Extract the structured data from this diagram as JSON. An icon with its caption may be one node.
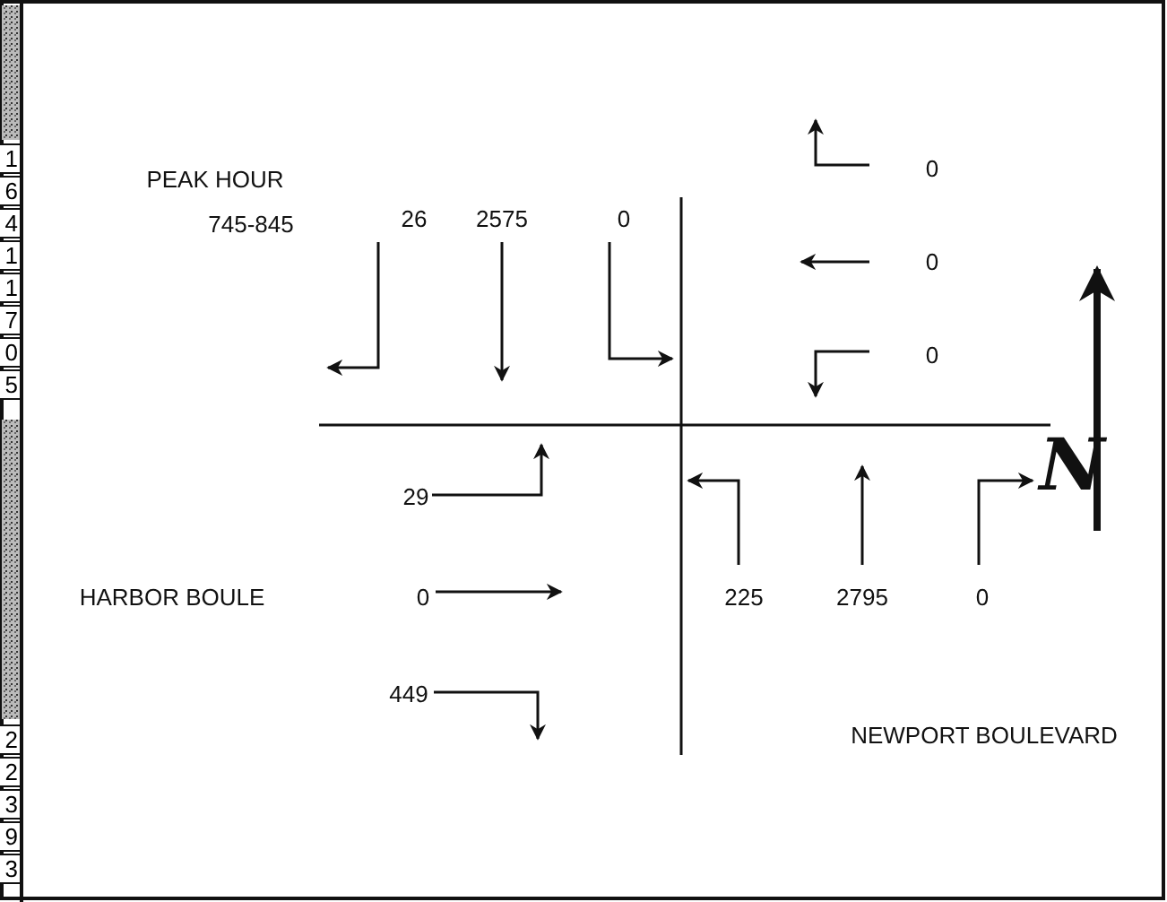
{
  "diagram": {
    "labels": [
      "PEAK HOUR",
      "745-845",
      "26",
      "2575",
      "0",
      "0",
      "0",
      "0",
      "N",
      "29",
      "HARBOR BOULE",
      "0",
      "449",
      "225",
      "2795",
      "0",
      "NEWPORT BOULEVARD",
      "1",
      "6",
      "4",
      "1",
      "1",
      "7",
      "0",
      "5",
      "2",
      "2",
      "3",
      "9",
      "3"
    ]
  }
}
